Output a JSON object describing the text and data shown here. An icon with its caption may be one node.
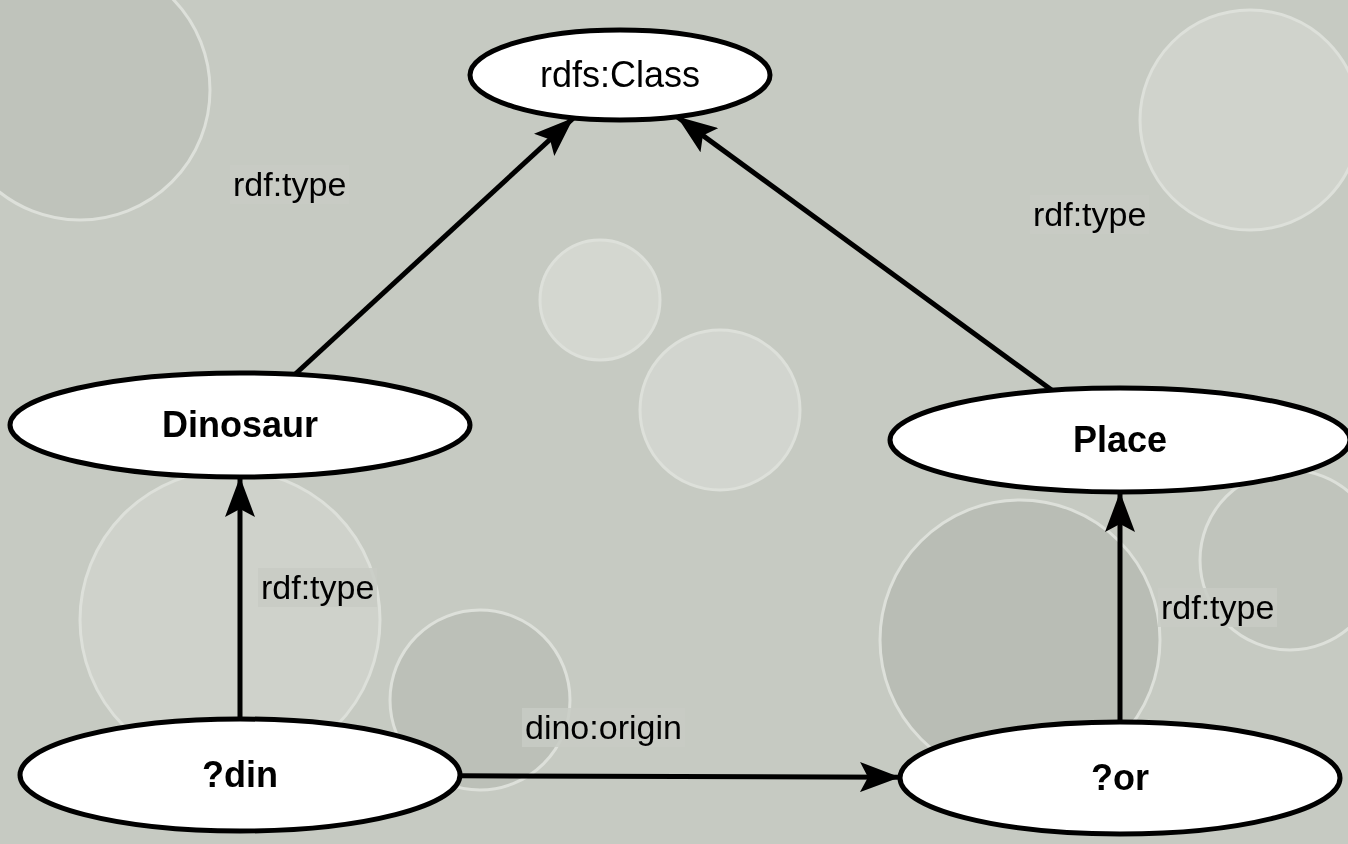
{
  "diagram": {
    "nodes": [
      {
        "text": [
          "rdfs:Class"
        ]
      },
      {
        "text": [
          "Dinosaur"
        ]
      },
      {
        "text": [
          "Place"
        ]
      },
      {
        "text": [
          "?din"
        ]
      },
      {
        "text": [
          "?or"
        ]
      }
    ],
    "edges": [
      {
        "from": 1,
        "to": 0,
        "arrow": "to",
        "label": "rdf:type"
      },
      {
        "from": 2,
        "to": 0,
        "arrow": "to",
        "label": "rdf:type"
      },
      {
        "from": 3,
        "to": 1,
        "arrow": "to",
        "label": "rdf:type"
      },
      {
        "from": 4,
        "to": 2,
        "arrow": "to",
        "label": "rdf:type"
      },
      {
        "from": 3,
        "to": 4,
        "arrow": "to",
        "label": "dino:origin"
      }
    ]
  }
}
